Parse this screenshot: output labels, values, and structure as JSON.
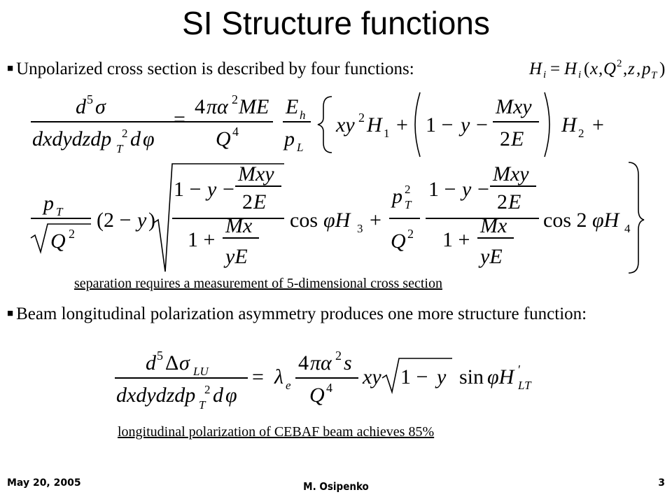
{
  "slide": {
    "title": "SI Structure functions",
    "bullet1": "Unpolarized cross section is described by four functions:",
    "bullet2": "Beam longitudinal polarization asymmetry produces one more structure function:",
    "note1": "separation requires a measurement of 5-dimensional cross section",
    "note2": "longitudinal polarization of CEBAF beam achieves 85%"
  },
  "footer": {
    "date": "May 20, 2005",
    "author": "M. Osipenko",
    "page": "3"
  },
  "icons": {
    "bullet": "square-bullet-icon"
  }
}
